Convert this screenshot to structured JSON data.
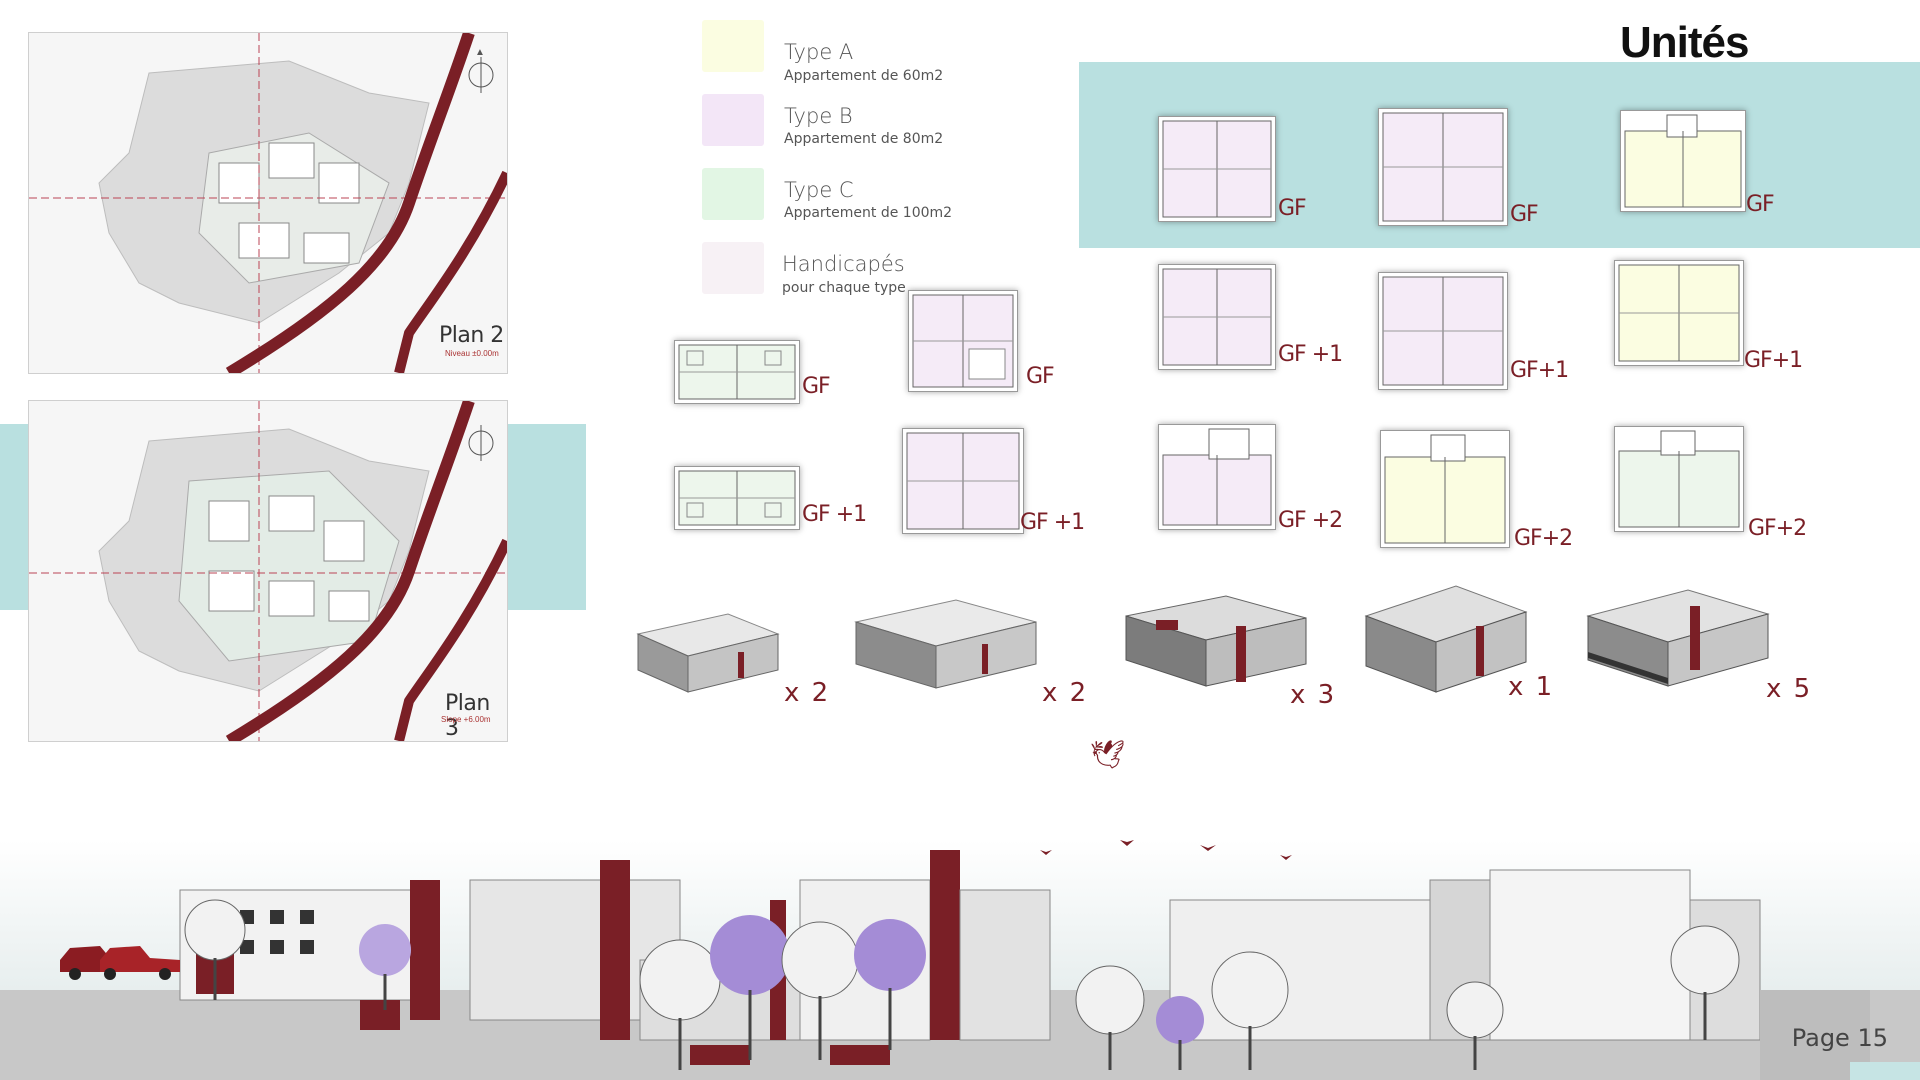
{
  "page": {
    "title": "Unités",
    "page_number": "Page 15"
  },
  "colors": {
    "teal_band": "#b9e0e0",
    "accent_red": "#7a1f26",
    "type_a": "#fbfde1",
    "type_b": "#f3e6f7",
    "type_c": "#e2f6e4",
    "handicapes": "#f7f1f5"
  },
  "legend": [
    {
      "title": "Type A",
      "sub": "Appartement de 60m2"
    },
    {
      "title": "Type B",
      "sub": "Appartement de 80m2"
    },
    {
      "title": "Type C",
      "sub": "Appartement de 100m2"
    },
    {
      "title": "Handicapés",
      "sub": "pour chaque type"
    }
  ],
  "plans": [
    {
      "label": "Plan 2",
      "sub": "Niveau ±0.00m"
    },
    {
      "label": "Plan 3",
      "sub": "Slope +6.00m"
    }
  ],
  "floor_plans": {
    "col1": [
      "GF",
      "GF +1"
    ],
    "col2": [
      "GF",
      "GF +1"
    ],
    "col3": [
      "GF",
      "GF +1",
      "GF +2"
    ],
    "col4": [
      "GF",
      "GF+1",
      "GF+2"
    ],
    "col5": [
      "GF",
      "GF+1",
      "GF+2"
    ]
  },
  "counts": [
    "x 2",
    "x 2",
    "x 3",
    "x 1",
    "x 5"
  ],
  "icons": [
    "north-arrow-icon",
    "car-icon",
    "tree-icon",
    "bird-icon"
  ]
}
